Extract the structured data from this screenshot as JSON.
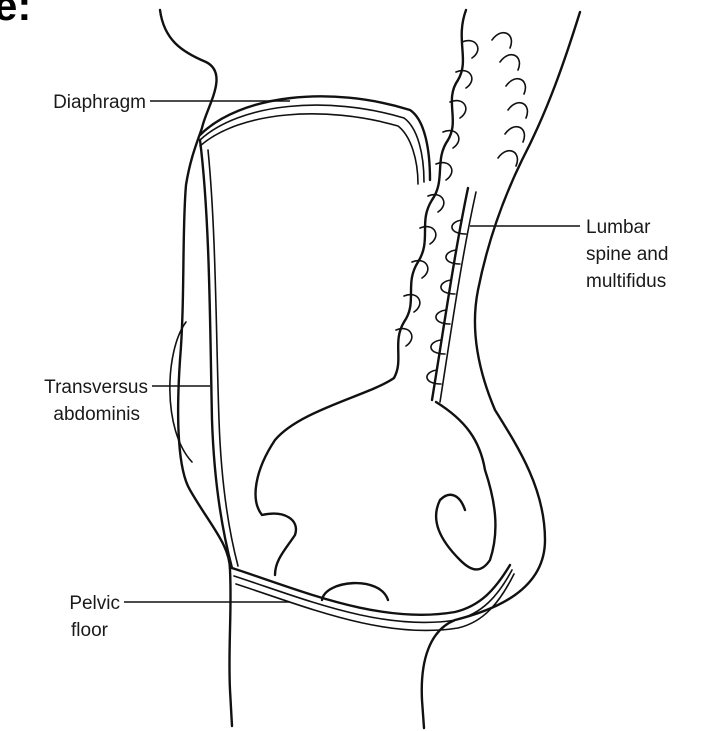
{
  "labels": {
    "corner_fragment": "e:",
    "diaphragm": "Diaphragm",
    "lumbar_line1": "Lumbar",
    "lumbar_line2": "spine and",
    "lumbar_line3": "multifidus",
    "transversus_line1": "Transversus",
    "transversus_line2": "abdominis",
    "pelvic_line1": "Pelvic",
    "pelvic_line2": "floor"
  },
  "colors": {
    "ink": "#111111",
    "background": "#ffffff"
  }
}
